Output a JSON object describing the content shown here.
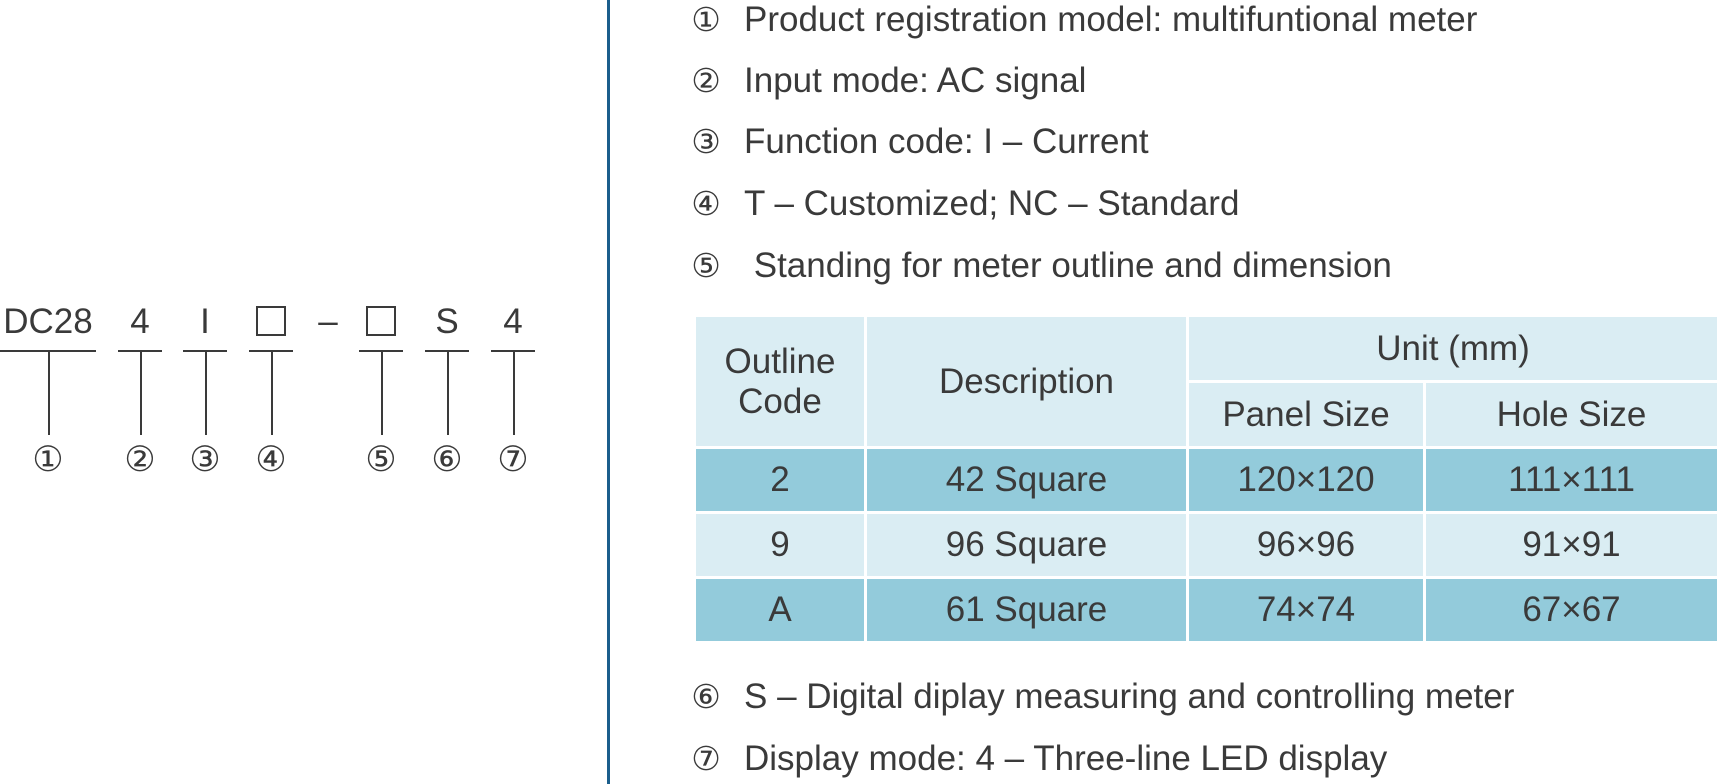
{
  "diagram": {
    "segments": [
      {
        "text": "DC28",
        "num": "①"
      },
      {
        "text": "4",
        "num": "②"
      },
      {
        "text": "I",
        "num": "③"
      },
      {
        "text": "",
        "box": true,
        "num": "④"
      },
      {
        "text": "",
        "box": true,
        "num": "⑤"
      },
      {
        "text": "S",
        "num": "⑥"
      },
      {
        "text": "4",
        "num": "⑦"
      }
    ],
    "separator": "–"
  },
  "items": [
    {
      "marker": "①",
      "text": "Product registration model: multifuntional meter"
    },
    {
      "marker": "②",
      "text": "Input mode: AC signal"
    },
    {
      "marker": "③",
      "text": "Function code: I – Current"
    },
    {
      "marker": "④",
      "text": "T – Customized; NC – Standard"
    },
    {
      "marker": "⑤",
      "text": " Standing for meter outline and dimension"
    },
    {
      "marker": "⑥",
      "text": "S – Digital diplay measuring and controlling meter"
    },
    {
      "marker": "⑦",
      "text": "Display mode: 4 – Three-line LED display"
    }
  ],
  "table": {
    "headers": {
      "outline_code": "Outline Code",
      "outline_code_line1": "Outline",
      "outline_code_line2": "Code",
      "description": "Description",
      "unit": "Unit (mm)",
      "panel_size": "Panel Size",
      "hole_size": "Hole Size"
    },
    "rows": [
      {
        "code": "2",
        "description": "42 Square",
        "panel": "120×120",
        "hole": "111×111"
      },
      {
        "code": "9",
        "description": "96 Square",
        "panel": "96×96",
        "hole": "91×91"
      },
      {
        "code": "A",
        "description": "61 Square",
        "panel": "74×74",
        "hole": "67×67"
      }
    ]
  },
  "colors": {
    "divider": "#1b5e8c",
    "header_bg": "#daedf3",
    "row_dark": "#93cbdb",
    "row_light": "#daedf3",
    "text": "#3a3a3a"
  }
}
